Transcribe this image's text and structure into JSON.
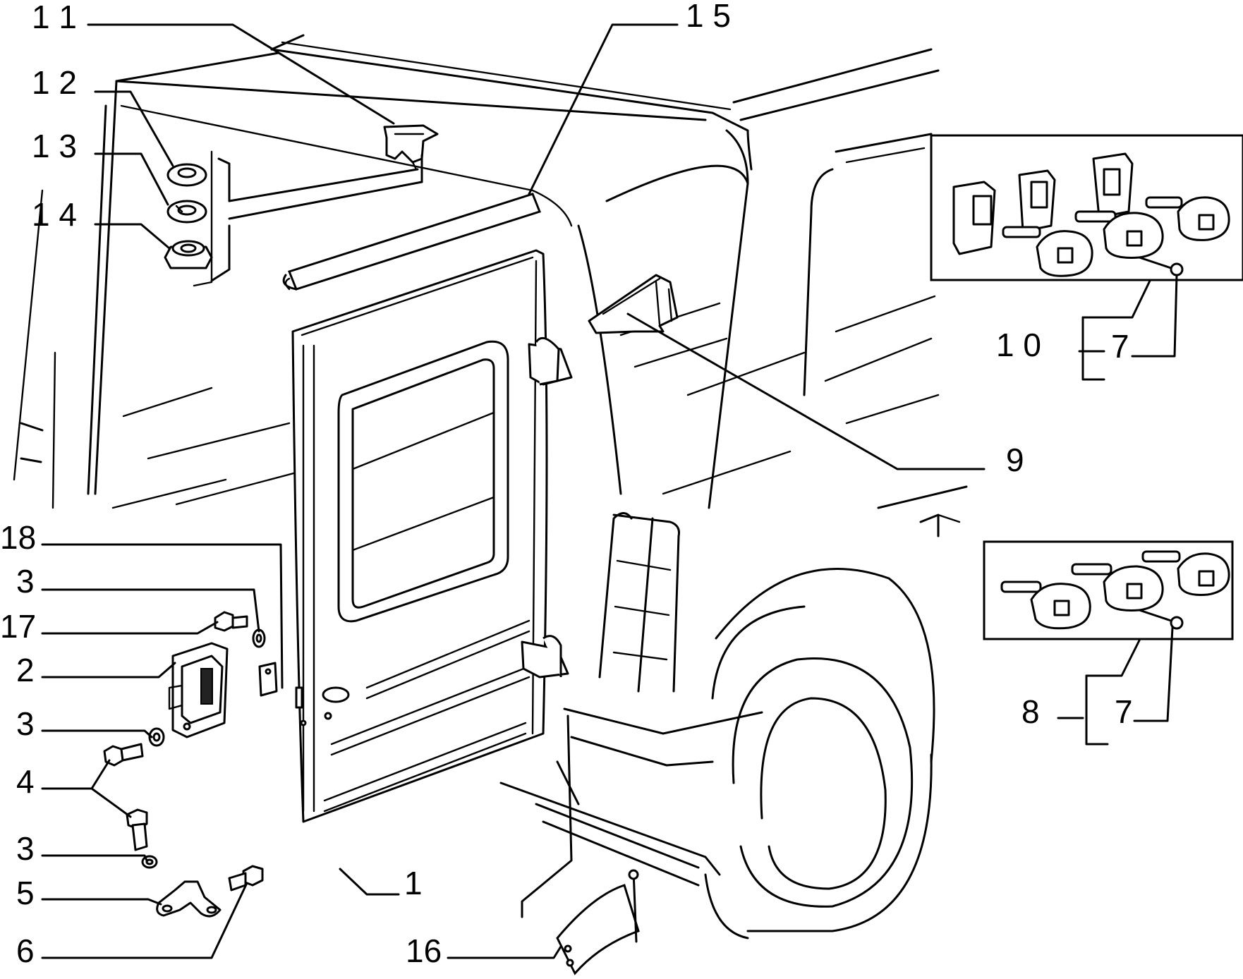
{
  "labels": {
    "l11": "1 1",
    "l15": "1 5",
    "l12": "1 2",
    "l13": "1 3",
    "l14": "1 4",
    "l10": "1 0",
    "l7a": "7",
    "l9": "9",
    "l18": "18",
    "l3a": "3",
    "l17": "17",
    "l2": "2",
    "l3b": "3",
    "l4": "4",
    "l3c": "3",
    "l5": "5",
    "l6": "6",
    "l1": "1",
    "l16": "16",
    "l8": "8",
    "l7b": "7"
  }
}
